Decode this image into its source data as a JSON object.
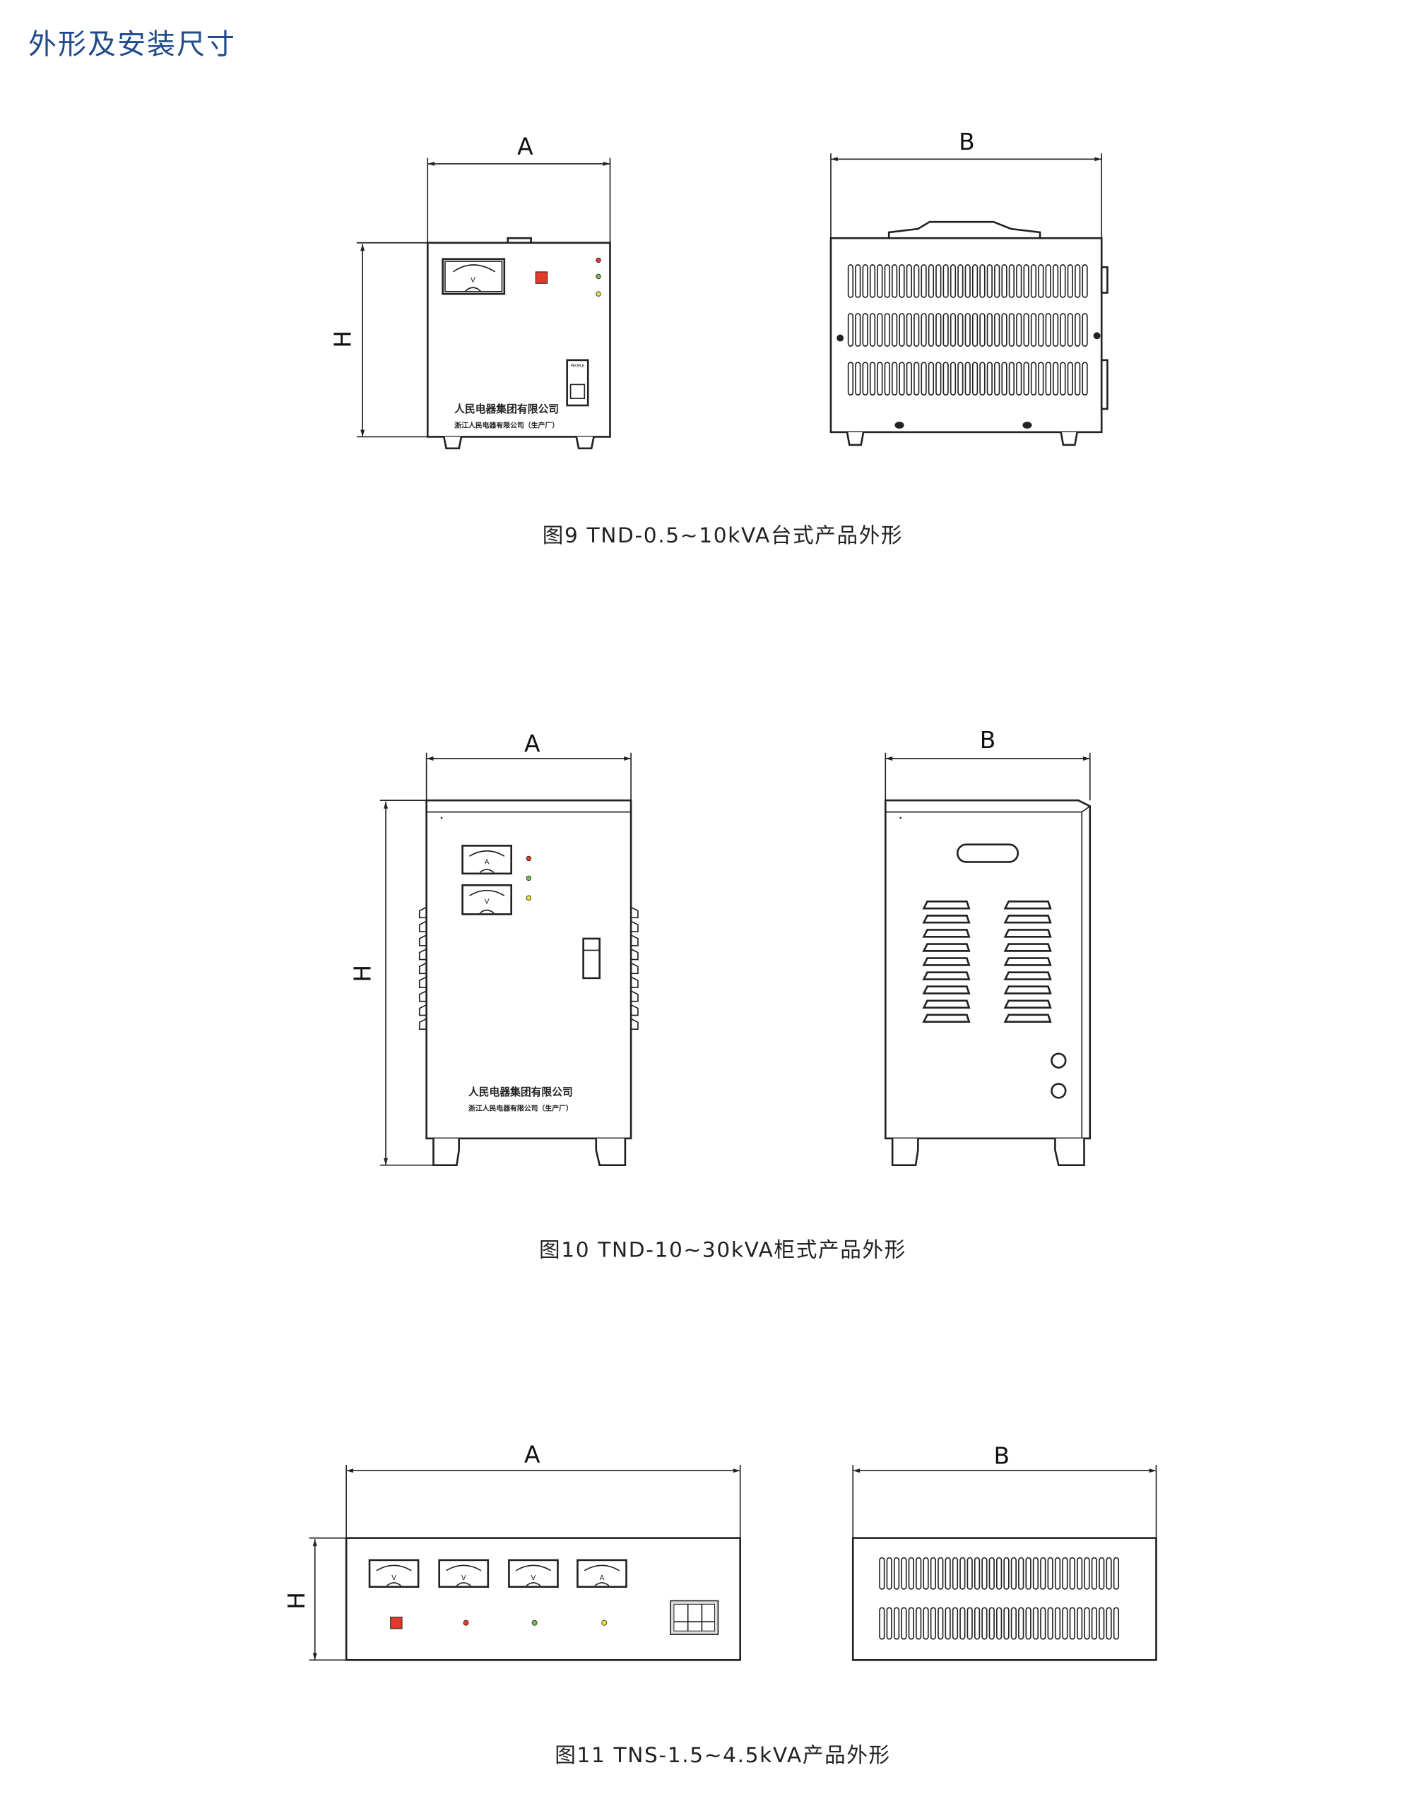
{
  "page_title": "外形及安装尺寸",
  "colors": {
    "title": "#1f4b8c",
    "red": "#e03a2a",
    "green": "#6cc24a",
    "yellow": "#e8e23a"
  },
  "figures": [
    {
      "caption": "图9 TND-0.5~10kVA台式产品外形",
      "dim_a": "A",
      "dim_b": "B",
      "dim_h": "H",
      "meters": [
        "V"
      ],
      "company": "人民电器集团有限公司",
      "factory": "浙江人民电器有限公司（生产厂）",
      "breaker_brand": "PEOPLE"
    },
    {
      "caption": "图10 TND-10~30kVA柜式产品外形",
      "dim_a": "A",
      "dim_b": "B",
      "dim_h": "H",
      "meters": [
        "A",
        "V"
      ],
      "company": "人民电器集团有限公司",
      "factory": "浙江人民电器有限公司（生产厂）"
    },
    {
      "caption": "图11 TNS-1.5~4.5kVA产品外形",
      "dim_a": "A",
      "dim_b": "B",
      "dim_h": "H",
      "meters": [
        "V",
        "V",
        "V",
        "A"
      ]
    }
  ]
}
